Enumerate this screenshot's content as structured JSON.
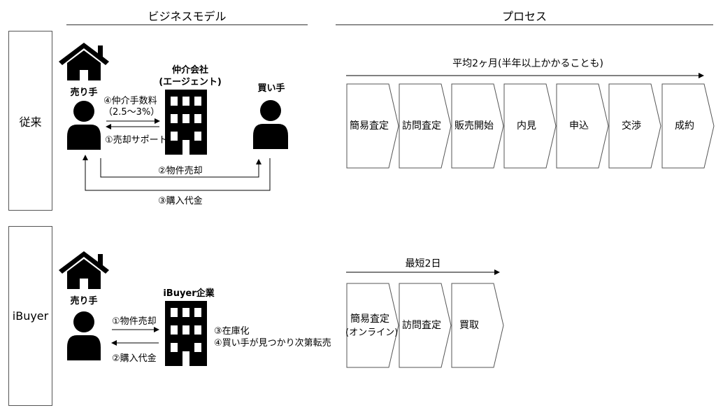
{
  "headers": {
    "business_model": "ビジネスモデル",
    "process": "プロセス"
  },
  "rows": {
    "traditional": "従来",
    "ibuyer": "iBuyer"
  },
  "traditional": {
    "seller": "売り手",
    "agent_line1": "仲介会社",
    "agent_line2": "(エージェント)",
    "buyer": "買い手",
    "fee_line1": "④仲介手数料",
    "fee_line2": "（2.5～3%）",
    "sale_support": "①売却サポート",
    "property_sale": "②物件売却",
    "purchase_payment": "③購入代金",
    "duration": "平均2ヶ月(半年以上かかることも)",
    "steps": [
      "簡易査定",
      "訪問査定",
      "販売開始",
      "内見",
      "申込",
      "交渉",
      "成約"
    ]
  },
  "ibuyer": {
    "seller": "売り手",
    "company": "iBuyer企業",
    "property_sale": "①物件売却",
    "purchase_payment": "②購入代金",
    "inventory": "③在庫化",
    "resale": "④買い手が見つかり次第転売",
    "duration": "最短2日",
    "step1_line1": "簡易査定",
    "step1_line2": "(オンライン)",
    "step2": "訪問査定",
    "step3": "買取"
  }
}
